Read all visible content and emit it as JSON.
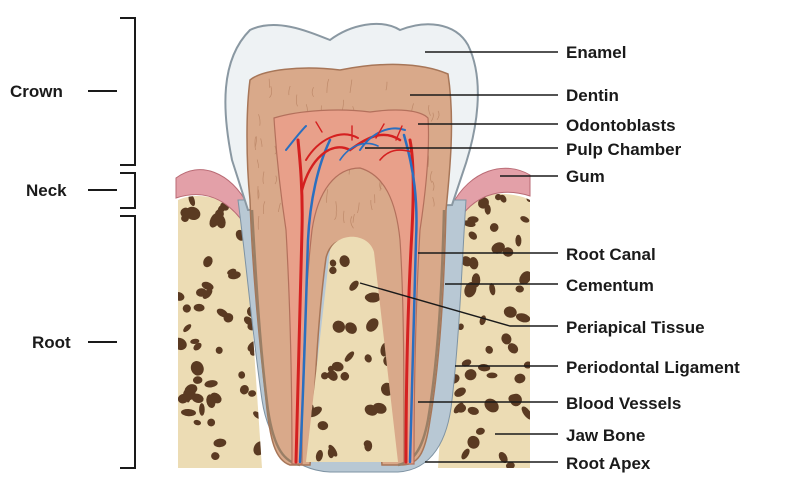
{
  "sections": [
    {
      "id": "crown",
      "label": "Crown"
    },
    {
      "id": "neck",
      "label": "Neck"
    },
    {
      "id": "root",
      "label": "Root"
    }
  ],
  "labels": [
    {
      "id": "enamel",
      "text": "Enamel"
    },
    {
      "id": "dentin",
      "text": "Dentin"
    },
    {
      "id": "odontoblasts",
      "text": "Odontoblasts"
    },
    {
      "id": "pulp-chamber",
      "text": "Pulp Chamber"
    },
    {
      "id": "gum",
      "text": "Gum"
    },
    {
      "id": "root-canal",
      "text": "Root Canal"
    },
    {
      "id": "cementum",
      "text": "Cementum"
    },
    {
      "id": "periapical-tissue",
      "text": "Periapical Tissue"
    },
    {
      "id": "periodontal-ligament",
      "text": "Periodontal Ligament"
    },
    {
      "id": "blood-vessels",
      "text": "Blood Vessels"
    },
    {
      "id": "jaw-bone",
      "text": "Jaw Bone"
    },
    {
      "id": "root-apex",
      "text": "Root Apex"
    }
  ],
  "colors": {
    "enamel": "#eef2f4",
    "dentin": "#d9a98a",
    "pulp": "#e8a08a",
    "gum": "#e3a0a8",
    "bone": "#ecdcb4",
    "bone_holes": "#5a3a22",
    "ligament": "#b8c8d4",
    "artery": "#d42020",
    "vein": "#2a6fc0"
  }
}
